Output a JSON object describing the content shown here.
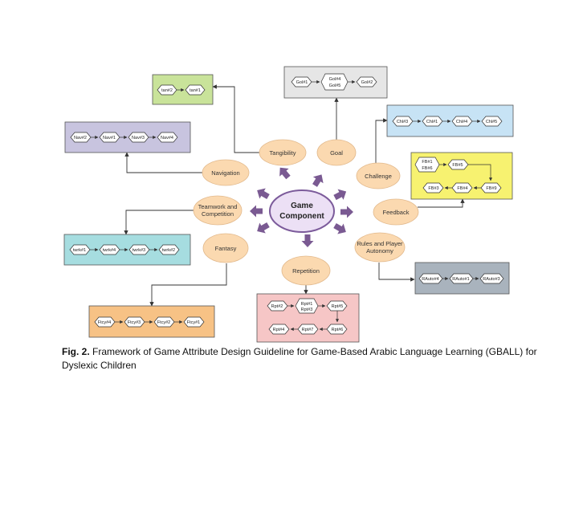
{
  "center": {
    "line1": "Game",
    "line2": "Component"
  },
  "attributes": {
    "tangibility": "Tangibility",
    "goal": "Goal",
    "navigation": "Navigation",
    "challenge": "Challenge",
    "teamwork_line1": "Teamwork and",
    "teamwork_line2": "Competition",
    "feedback": "Feedback",
    "fantasy": "Fantasy",
    "rules_line1": "Rules and Player",
    "rules_line2": "Autonomy",
    "repetition": "Repetition"
  },
  "boxes": {
    "tangibility": {
      "color": "#c9e39a",
      "items": [
        "tan#2",
        "tan#1"
      ]
    },
    "goal": {
      "color": "#e6e6e6",
      "items": [
        "Gol#1",
        "Gol#4",
        "Gol#5",
        "Gol#2"
      ]
    },
    "navigation": {
      "color": "#c8c4df",
      "items": [
        "Nav#2",
        "Nav#1",
        "Nav#3",
        "Nav#4"
      ]
    },
    "challenge": {
      "color": "#c7e3f5",
      "items": [
        "Chl#3",
        "Chl#1",
        "Chl#4",
        "Chl#5"
      ]
    },
    "feedback": {
      "color": "#f7f270",
      "items": [
        "FB#1",
        "FB#6",
        "FB#5",
        "FB#3",
        "FB#4",
        "FB#9"
      ]
    },
    "teamwork": {
      "color": "#a6dde0",
      "items": [
        "twrk#1",
        "twrk#4",
        "twrk#3",
        "twrk#2"
      ]
    },
    "rules": {
      "color": "#a9b3bd",
      "items": [
        "RAuto#4",
        "RAuto#1",
        "RAuto#3"
      ]
    },
    "repetition": {
      "color": "#f6c6c6",
      "items": [
        "Rpt#2",
        "Rpt#1",
        "Rpt#3",
        "Rpt#5",
        "Rpt#4",
        "Rpt#7",
        "Rpt#6"
      ]
    },
    "fantasy": {
      "color": "#f7c285",
      "items": [
        "Ftcy#4",
        "Ftcy#3",
        "Ftcy#2",
        "Ftcy#1"
      ]
    }
  },
  "colors": {
    "ellipse_fill": "#fbd9b0",
    "ellipse_stroke": "#e2b98c",
    "center_fill": "#ece0f5",
    "center_stroke": "#7c5b9b",
    "arrow": "#7a5a92",
    "line": "#333333"
  },
  "caption": {
    "label": "Fig. 2.",
    "text": "Framework of Game Attribute Design Guideline for Game-Based Arabic Language Learning (GBALL) for Dyslexic Children"
  }
}
